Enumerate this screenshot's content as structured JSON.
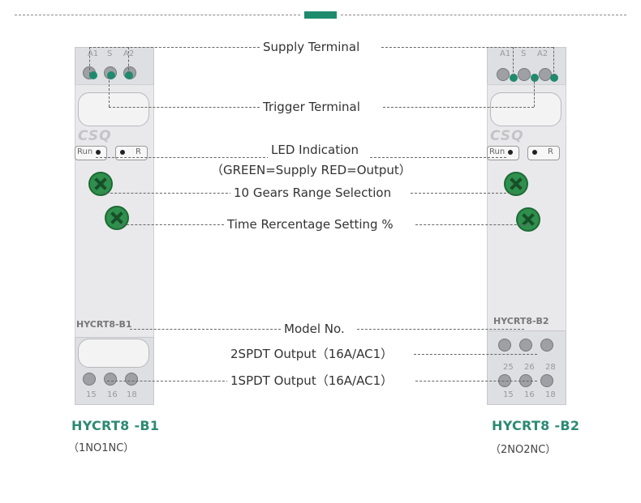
{
  "callouts": {
    "supply": "Supply Terminal",
    "trigger": "Trigger Terminal",
    "led": "LED Indication",
    "led_sub": "（GREEN=Supply  RED=Output）",
    "gears": "10 Gears Range Selection",
    "time": "Time Rercentage Setting %",
    "model_no": "Model No.",
    "out2": "2SPDT Output（16A/AC1）",
    "out1": "1SPDT Output（16A/AC1）"
  },
  "left_relay": {
    "logo": "CSQ",
    "model_print": "HYCRT8-B1",
    "run": "Run",
    "r": "R",
    "top_terms": [
      "A1",
      "S",
      "A2"
    ],
    "bottom_terms": [
      "15",
      "16",
      "18"
    ],
    "caption": "HYCRT8 -B1",
    "caption_sub": "（1NO1NC）"
  },
  "right_relay": {
    "logo": "CSQ",
    "model_print": "HYCRT8-B2",
    "run": "Run",
    "r": "R",
    "top_terms": [
      "A1",
      "S",
      "A2"
    ],
    "mid_terms": [
      "25",
      "26",
      "28"
    ],
    "bottom_terms": [
      "15",
      "16",
      "18"
    ],
    "caption": "HYCRT8 -B2",
    "caption_sub": "（2NO2NC）"
  },
  "colors": {
    "accent": "#1e8b6f",
    "knob": "#2f8f4d"
  }
}
